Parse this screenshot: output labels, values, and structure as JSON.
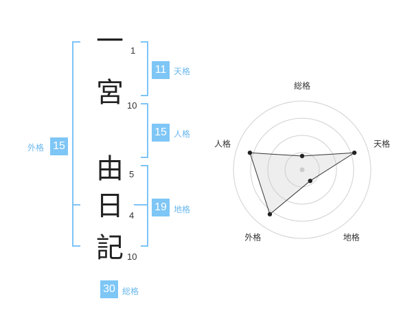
{
  "theme": {
    "accent": "#7cc4f5",
    "label_color": "#6ab8ee",
    "badge_color": "#7ec6f6"
  },
  "name": {
    "characters": [
      {
        "char": "一",
        "strokes": "1"
      },
      {
        "char": "宮",
        "strokes": "10"
      },
      {
        "char": "由",
        "strokes": "5"
      },
      {
        "char": "日",
        "strokes": "4"
      },
      {
        "char": "記",
        "strokes": "10"
      }
    ]
  },
  "fortune": {
    "tenkaku": {
      "value": "11",
      "label": "天格"
    },
    "jinkaku": {
      "value": "15",
      "label": "人格"
    },
    "chikaku": {
      "value": "19",
      "label": "地格"
    },
    "gaikaku": {
      "value": "15",
      "label": "外格"
    },
    "soukaku": {
      "value": "30",
      "label": "総格"
    }
  },
  "chart_data": {
    "type": "radar",
    "axes": [
      "総格",
      "天格",
      "地格",
      "外格",
      "人格"
    ],
    "values": [
      1,
      4,
      1,
      4,
      4
    ],
    "rmax": 5,
    "rings": 4,
    "grid": true
  }
}
